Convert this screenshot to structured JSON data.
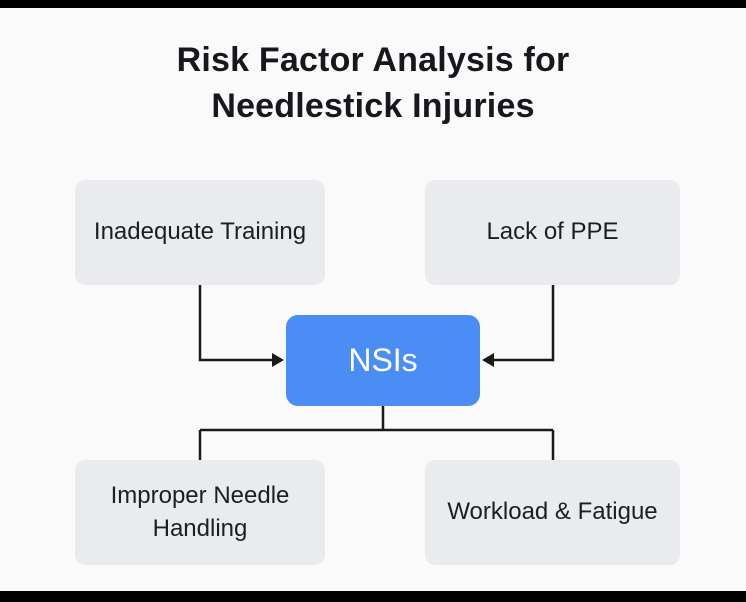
{
  "title": "Risk Factor Analysis for Needlestick Injuries",
  "diagram": {
    "center": {
      "label": "NSIs"
    },
    "nodes": [
      {
        "id": "inadequate-training",
        "label": "Inadequate Training"
      },
      {
        "id": "lack-of-ppe",
        "label": "Lack of PPE"
      },
      {
        "id": "improper-needle-handling",
        "label": "Improper Needle Handling"
      },
      {
        "id": "workload-fatigue",
        "label": "Workload & Fatigue"
      }
    ],
    "colors": {
      "center_fill": "#4a8df5",
      "node_fill": "#e9ebee",
      "line": "#1a1a1a",
      "background": "#fafafa",
      "frame_bar": "#000000"
    }
  }
}
